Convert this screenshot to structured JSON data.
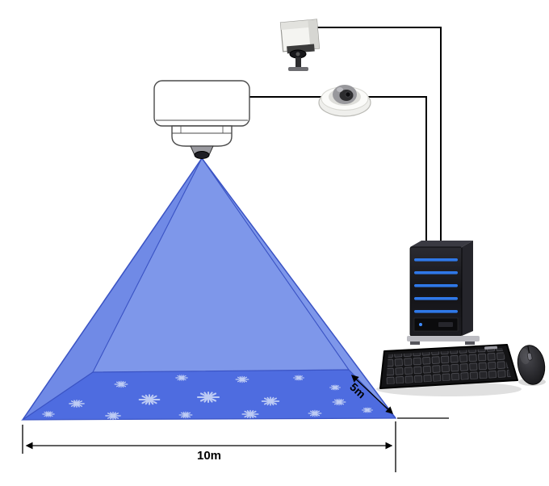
{
  "diagram": {
    "type": "projection-surveillance-setup",
    "dimensions": {
      "floor_width_label": "10m",
      "floor_depth_label": "5m"
    },
    "colors": {
      "cone_fill": "#7E97EA",
      "cone_shade": "#5F7BE3",
      "cone_edge": "#3A53C4",
      "floor_fill": "#4E6CE0",
      "floor_pattern": "#BDCBF4",
      "wire": "#000000",
      "pc_stripe": "#2F78E8"
    },
    "icons": [
      {
        "id": "projector-icon",
        "name": "ceiling-projector"
      },
      {
        "id": "box-camera-icon",
        "name": "box-camera"
      },
      {
        "id": "dome-camera-icon",
        "name": "dome-camera"
      },
      {
        "id": "pc-tower-icon",
        "name": "pc-tower"
      },
      {
        "id": "keyboard-icon",
        "name": "keyboard"
      },
      {
        "id": "mouse-icon",
        "name": "mouse"
      }
    ]
  }
}
